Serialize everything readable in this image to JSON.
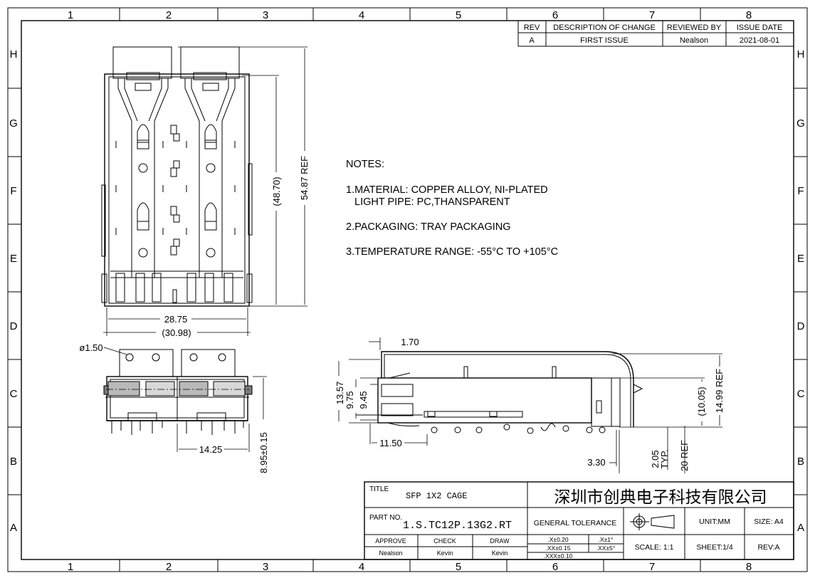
{
  "border": {
    "columns_top": [
      "1",
      "2",
      "3",
      "4",
      "5",
      "6",
      "7",
      "8"
    ],
    "columns_bottom": [
      "1",
      "2",
      "3",
      "4",
      "5",
      "6",
      "7",
      "8"
    ],
    "rows_left": [
      "H",
      "G",
      "F",
      "E",
      "D",
      "C",
      "B",
      "A"
    ],
    "rows_right": [
      "H",
      "G",
      "F",
      "E",
      "D",
      "C",
      "B",
      "A"
    ]
  },
  "revision_table": {
    "headers": [
      "REV",
      "DESCRIPTION OF CHANGE",
      "REVIEWED BY",
      "ISSUE DATE"
    ],
    "row": [
      "A",
      "FIRST ISSUE",
      "Nealson",
      "2021-08-01"
    ]
  },
  "notes": {
    "heading": "NOTES:",
    "line1": "1.MATERIAL: COPPER ALLOY, NI-PLATED",
    "line1b": "LIGHT PIPE: PC,THANSPARENT",
    "line2": "2.PACKAGING: TRAY PACKAGING",
    "line3": "3.TEMPERATURE RANGE: -55°C TO +105°C"
  },
  "top_view": {
    "dim_width_inner": "28.75",
    "dim_width_outer": "(30.98)",
    "dim_length": "(48.70)",
    "dim_length_ref": "54.87 REF"
  },
  "front_view": {
    "dim_hole": "ø1.50",
    "dim_pitch": "14.25",
    "dim_height": "8.95±0.15"
  },
  "side_view": {
    "dim_top": "1.70",
    "dim_h1": "13.57",
    "dim_h2": "9.75",
    "dim_h3": "9.45",
    "dim_left": "11.50",
    "dim_inner_h": "(10.05)",
    "dim_ref_h": "14.99 REF",
    "dim_bottom": "3.30",
    "dim_typ_val": "2.05",
    "dim_typ_label": "TYP.",
    "dim_ref_w": "20 REF"
  },
  "title_block": {
    "title_label": "TITLE",
    "title": "SFP 1X2 CAGE",
    "company": "深圳市创典电子科技有限公司",
    "part_label": "PART NO.",
    "part_no": "1.S.TC12P.13G2.RT",
    "general_tolerance": "GENERAL TOLERANCE",
    "unit": "UNIT:MM",
    "size": "SIZE: A4",
    "approve_label": "APPROVE",
    "check_label": "CHECK",
    "draw_label": "DRAW",
    "approve": "Nealson",
    "check": "Kevin",
    "draw": "Kevin",
    "tol_x": ".X±0.20",
    "tol_xx": ".XX±0.15",
    "tol_xxx": ".XXX±0.10",
    "tol_ang1": ".X±1°",
    "tol_ang2": ".XX±5°",
    "scale": "SCALE: 1:1",
    "sheet": "SHEET:1/4",
    "rev": "REV:A"
  }
}
